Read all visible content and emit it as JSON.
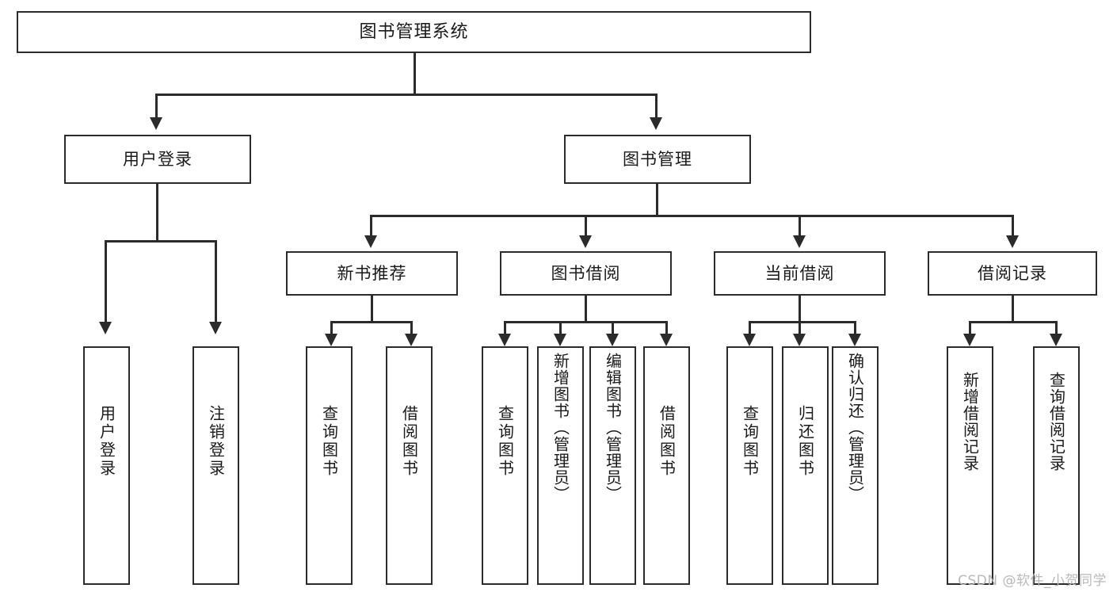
{
  "diagram": {
    "title": "图书管理系统",
    "type": "hierarchy-tree",
    "watermark": "CSDN @软件_小贺同学",
    "colors": {
      "stroke": "#2b2b2b",
      "fill": "#ffffff",
      "text": "#1a1a1a",
      "watermark": "#b9b9b9"
    },
    "levels": {
      "level1": [
        {
          "id": "root",
          "label": "图书管理系统"
        }
      ],
      "level2": [
        {
          "id": "user-login",
          "label": "用户登录"
        },
        {
          "id": "book-manage",
          "label": "图书管理"
        }
      ],
      "level3": [
        {
          "id": "new-book-rec",
          "label": "新书推荐"
        },
        {
          "id": "book-borrow",
          "label": "图书借阅"
        },
        {
          "id": "current-borrow",
          "label": "当前借阅"
        },
        {
          "id": "borrow-record",
          "label": "借阅记录"
        }
      ],
      "leaves": [
        {
          "id": "leaf-user-login",
          "label": "用户登录",
          "parent": "user-login"
        },
        {
          "id": "leaf-logout",
          "label": "注销登录",
          "parent": "user-login"
        },
        {
          "id": "leaf-query-book-1",
          "label": "查询图书",
          "parent": "new-book-rec"
        },
        {
          "id": "leaf-borrow-book-1",
          "label": "借阅图书",
          "parent": "new-book-rec"
        },
        {
          "id": "leaf-query-book-2",
          "label": "查询图书",
          "parent": "book-borrow"
        },
        {
          "id": "leaf-add-book",
          "label": "新增图书（管理员）",
          "parent": "book-borrow"
        },
        {
          "id": "leaf-edit-book",
          "label": "编辑图书（管理员）",
          "parent": "book-borrow"
        },
        {
          "id": "leaf-borrow-book-2",
          "label": "借阅图书",
          "parent": "book-borrow"
        },
        {
          "id": "leaf-query-book-3",
          "label": "查询图书",
          "parent": "current-borrow"
        },
        {
          "id": "leaf-return-book",
          "label": "归还图书",
          "parent": "current-borrow"
        },
        {
          "id": "leaf-confirm-return",
          "label": "确认归还（管理员）",
          "parent": "current-borrow"
        },
        {
          "id": "leaf-add-record",
          "label": "新增借阅记录",
          "parent": "borrow-record"
        },
        {
          "id": "leaf-query-record",
          "label": "查询借阅记录",
          "parent": "borrow-record"
        }
      ]
    }
  }
}
